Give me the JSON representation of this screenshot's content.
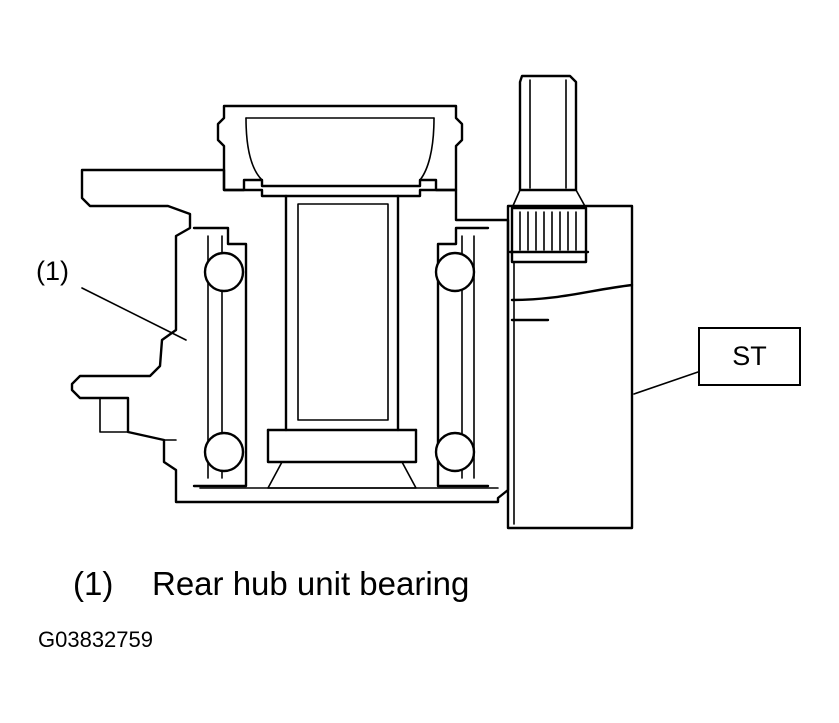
{
  "figure": {
    "callout_label": "(1)",
    "tool_label": "ST",
    "caption": {
      "number": "(1)",
      "text": "Rear hub unit bearing"
    },
    "figure_code": "G03832759"
  },
  "colors": {
    "line": "#000000",
    "background": "#ffffff"
  }
}
